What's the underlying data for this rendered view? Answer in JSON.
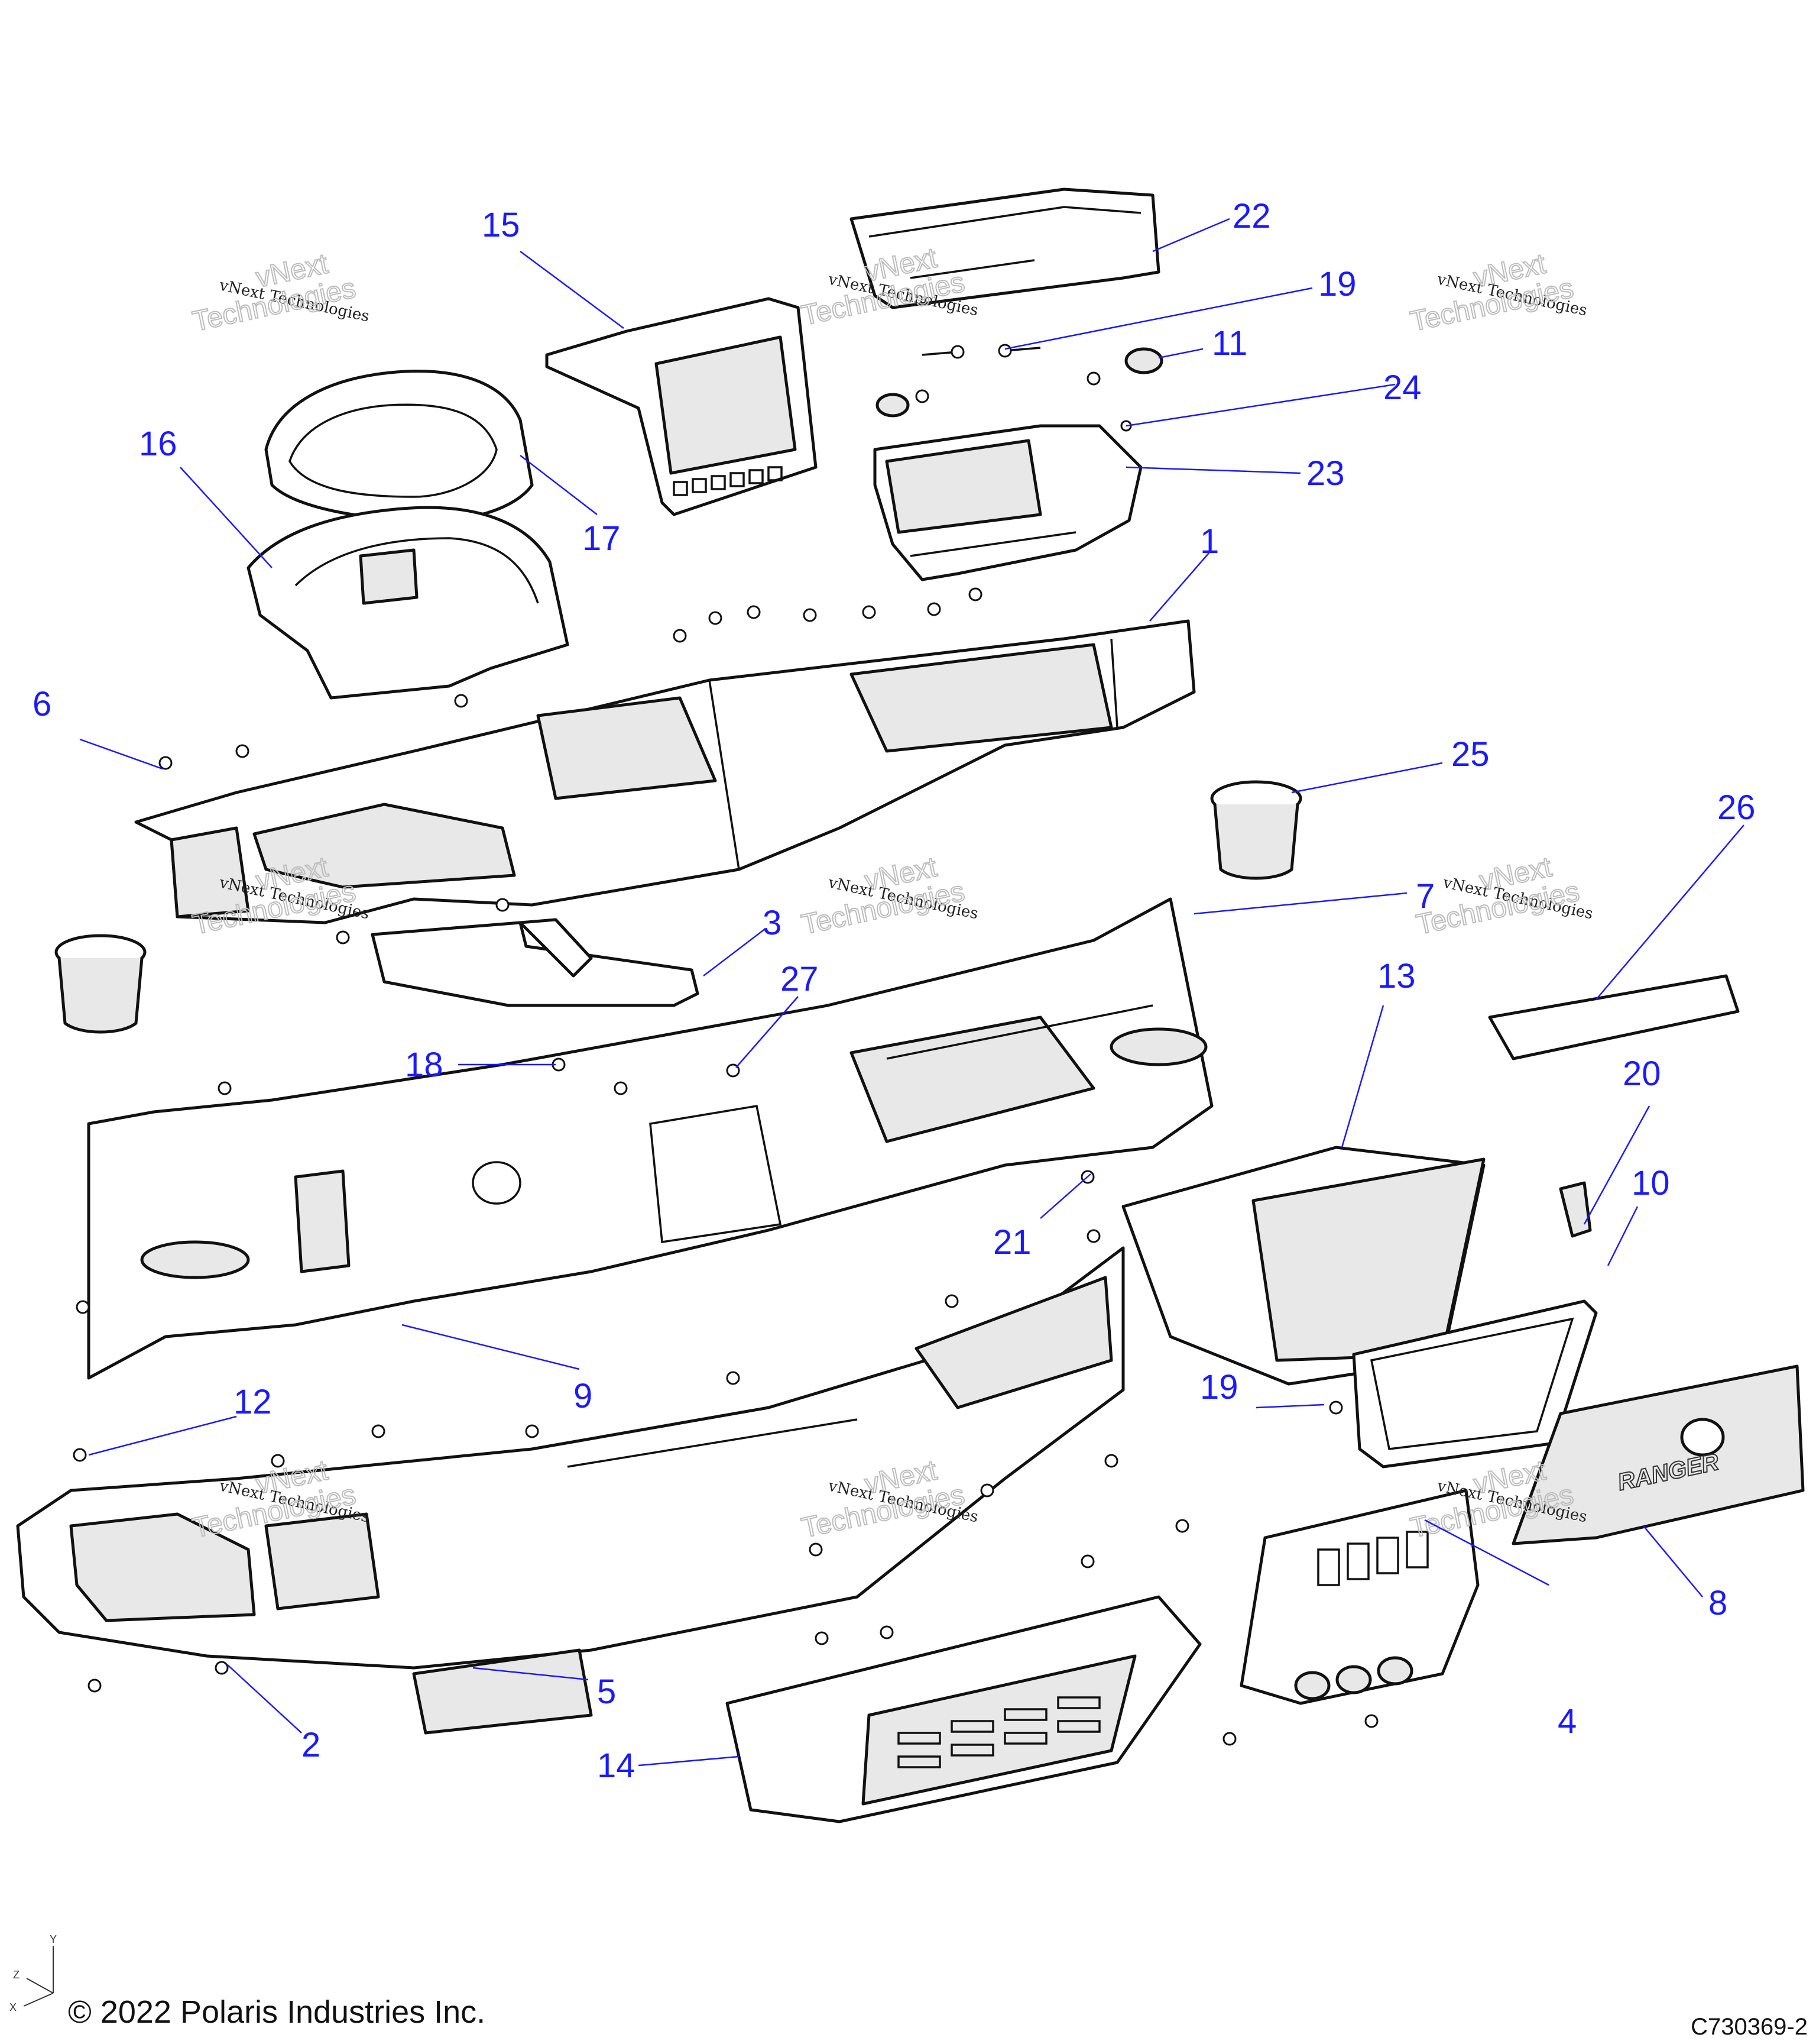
{
  "callouts": {
    "c1": "1",
    "c2": "2",
    "c3": "3",
    "c4": "4",
    "c5": "5",
    "c6": "6",
    "c7": "7",
    "c8": "8",
    "c9": "9",
    "c10": "10",
    "c11": "11",
    "c12": "12",
    "c13": "13",
    "c14": "14",
    "c15": "15",
    "c16": "16",
    "c17": "17",
    "c18": "18",
    "c19a": "19",
    "c19b": "19",
    "c20": "20",
    "c21": "21",
    "c22": "22",
    "c23": "23",
    "c24": "24",
    "c25": "25",
    "c26": "26",
    "c27": "27"
  },
  "watermark": {
    "line1": "vNext Technologies",
    "line2": "vNext",
    "line3": "Technologies"
  },
  "embossed_logo": "RANGER",
  "axes": {
    "z": "Z",
    "y": "Y",
    "x": "X"
  },
  "footer": {
    "copyright": "© 2022 Polaris Industries Inc.",
    "diagram_id": "C730369-2"
  }
}
